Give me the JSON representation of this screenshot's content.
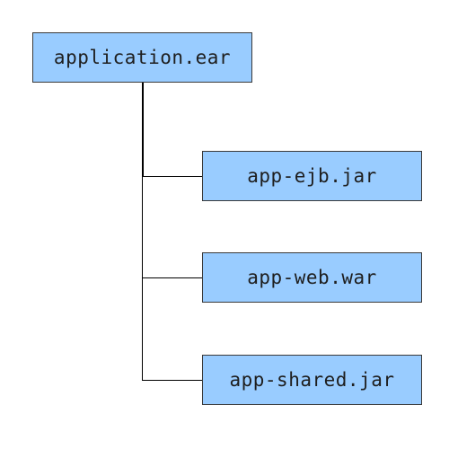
{
  "diagram": {
    "root": {
      "label": "application.ear"
    },
    "children": [
      {
        "label": "app-ejb.jar"
      },
      {
        "label": "app-web.war"
      },
      {
        "label": "app-shared.jar"
      }
    ]
  },
  "colors": {
    "node_fill": "#99ccff",
    "node_border": "#3a3a3a",
    "connector": "#000000"
  }
}
